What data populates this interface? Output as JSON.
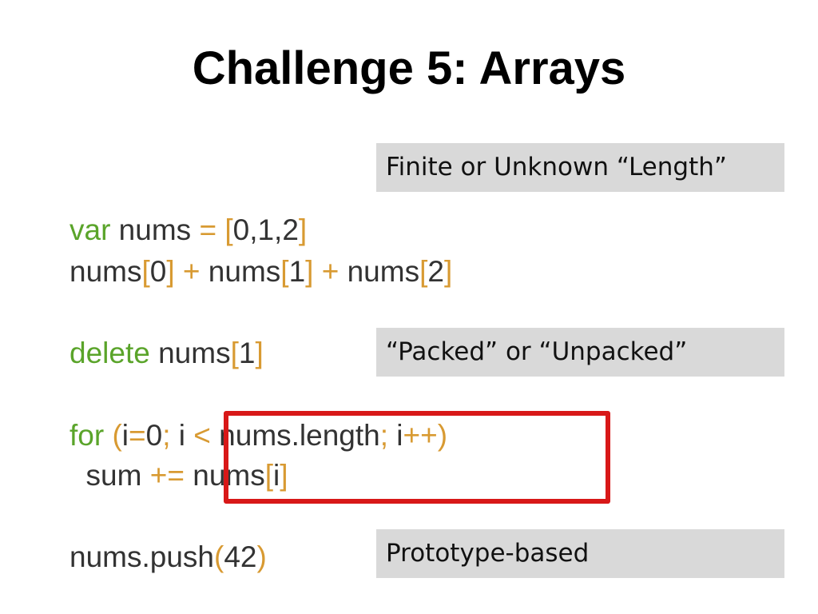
{
  "slide": {
    "title": "Challenge 5: Arrays"
  },
  "notes": {
    "length": "Finite or Unknown “Length”",
    "packed": "“Packed” or “Unpacked”",
    "prototype": "Prototype-based"
  },
  "code": {
    "line1": {
      "kw": "var",
      "a": " nums ",
      "op1": "=",
      "b": " ",
      "op2": "[",
      "c": "0,1,2",
      "op3": "]"
    },
    "line2": {
      "a": "nums",
      "o1": "[",
      "b": "0",
      "o2": "]",
      "c": " ",
      "o3": "+",
      "d": " nums",
      "o4": "[",
      "e": "1",
      "o5": "]",
      "f": " ",
      "o6": "+",
      "g": " nums",
      "o7": "[",
      "h": "2",
      "o8": "]"
    },
    "line3": {
      "kw": "delete",
      "a": " nums",
      "o1": "[",
      "b": "1",
      "o2": "]"
    },
    "line4": {
      "kw": "for",
      "a": " ",
      "o1": "(",
      "b": "i",
      "o2": "=",
      "c": "0",
      "o3": ";",
      "d": " i ",
      "o4": "<",
      "e": " nums.length",
      "o5": ";",
      "f": " i",
      "o6": "++",
      "o7": ")"
    },
    "line5": {
      "a": "  sum ",
      "o1": "+=",
      "b": " nums",
      "o2": "[",
      "c": "i",
      "o3": "]"
    },
    "line6": {
      "a": "nums.push",
      "o1": "(",
      "b": "42",
      "o2": ")"
    }
  },
  "colors": {
    "keyword": "#5aa42a",
    "operator": "#d89a32",
    "highlight": "#d81818",
    "note_bg": "#d9d9d9"
  }
}
